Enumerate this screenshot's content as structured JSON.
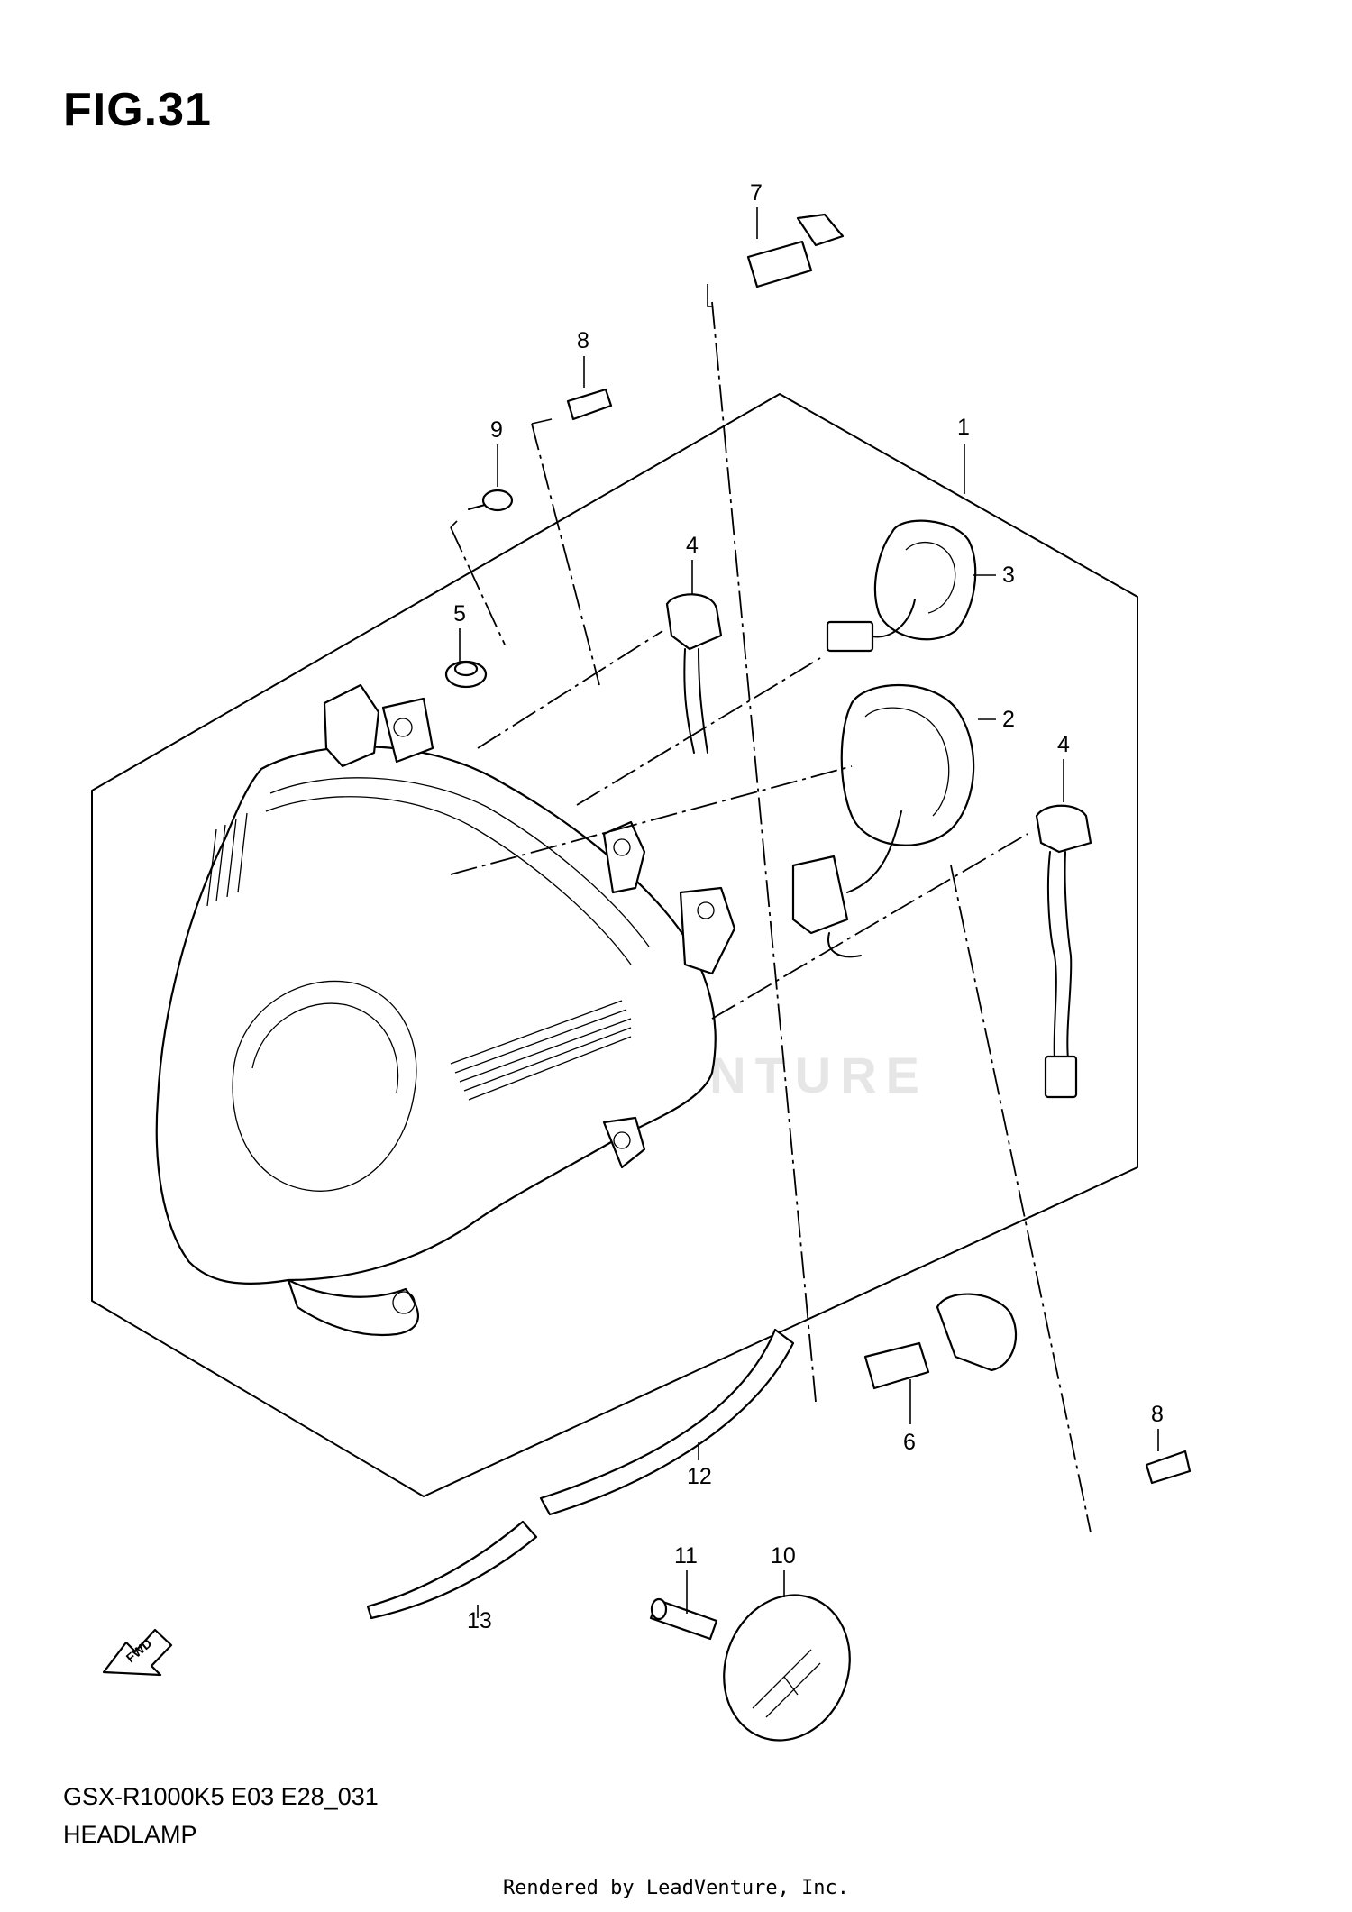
{
  "figure": {
    "title": "FIG.31"
  },
  "diagram": {
    "callouts": [
      {
        "id": "1",
        "label": "1"
      },
      {
        "id": "2",
        "label": "2"
      },
      {
        "id": "3",
        "label": "3"
      },
      {
        "id": "4a",
        "label": "4"
      },
      {
        "id": "4b",
        "label": "4"
      },
      {
        "id": "5",
        "label": "5"
      },
      {
        "id": "6",
        "label": "6"
      },
      {
        "id": "7",
        "label": "7"
      },
      {
        "id": "8a",
        "label": "8"
      },
      {
        "id": "8b",
        "label": "8"
      },
      {
        "id": "9",
        "label": "9"
      },
      {
        "id": "10",
        "label": "10"
      },
      {
        "id": "11",
        "label": "11"
      },
      {
        "id": "12",
        "label": "12"
      },
      {
        "id": "13",
        "label": "13"
      }
    ],
    "fwd_symbol": "FWD",
    "watermark": "LEADVENTURE"
  },
  "caption": {
    "model_code": "GSX-R1000K5 E03 E28_031",
    "title": "HEADLAMP"
  },
  "footer": {
    "text": "Rendered by LeadVenture, Inc."
  }
}
